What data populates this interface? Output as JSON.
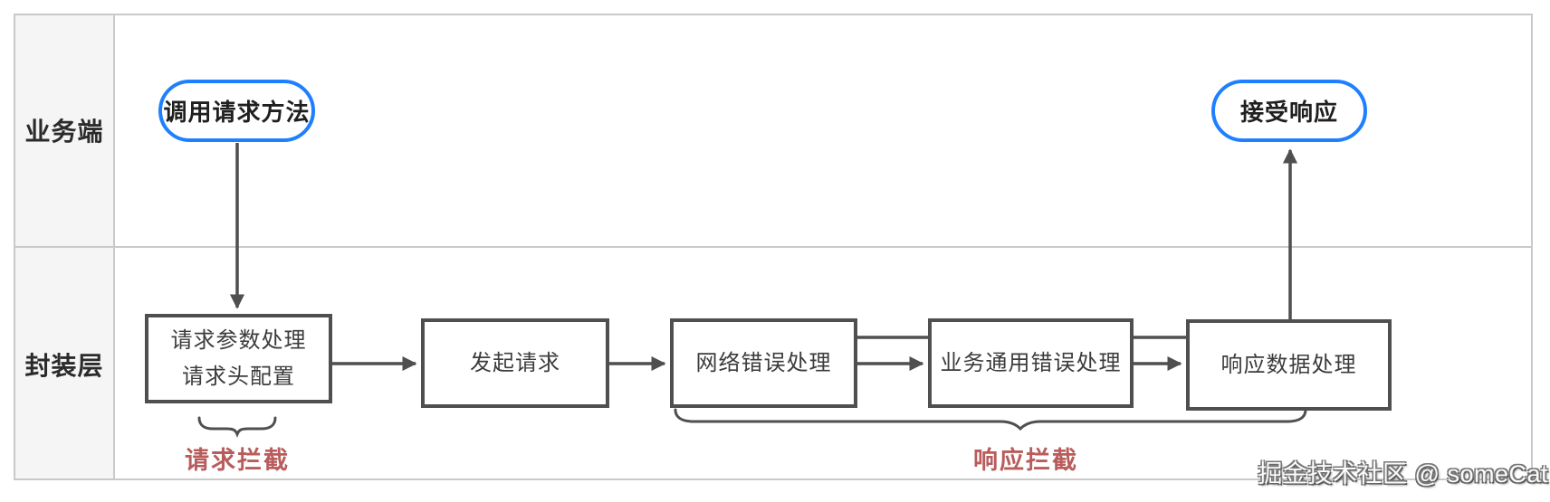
{
  "lanes": [
    {
      "label": "业务端"
    },
    {
      "label": "封装层"
    }
  ],
  "pills": {
    "start": "调用请求方法",
    "end": "接受响应"
  },
  "flow_boxes": [
    {
      "lines": [
        "请求参数处理",
        "请求头配置"
      ]
    },
    {
      "lines": [
        "发起请求"
      ]
    },
    {
      "lines": [
        "网络错误处理"
      ]
    },
    {
      "lines": [
        "业务通用错误处理"
      ]
    },
    {
      "lines": [
        "响应数据处理"
      ]
    }
  ],
  "annotations": {
    "request_intercept": "请求拦截",
    "response_intercept": "响应拦截"
  },
  "watermark": {
    "text": "掘金技术社区 @ someCat"
  },
  "colors": {
    "pill-border": "#1e80ff",
    "wire": "#4f4f4f",
    "box-border": "#4f4f4f",
    "intercept": "#b85c5c",
    "lane-bg": "#f5f5f6",
    "frame-border": "#c9c9c9",
    "box-text": "#3c3c3c",
    "lane-text": "#2b2b2b"
  }
}
